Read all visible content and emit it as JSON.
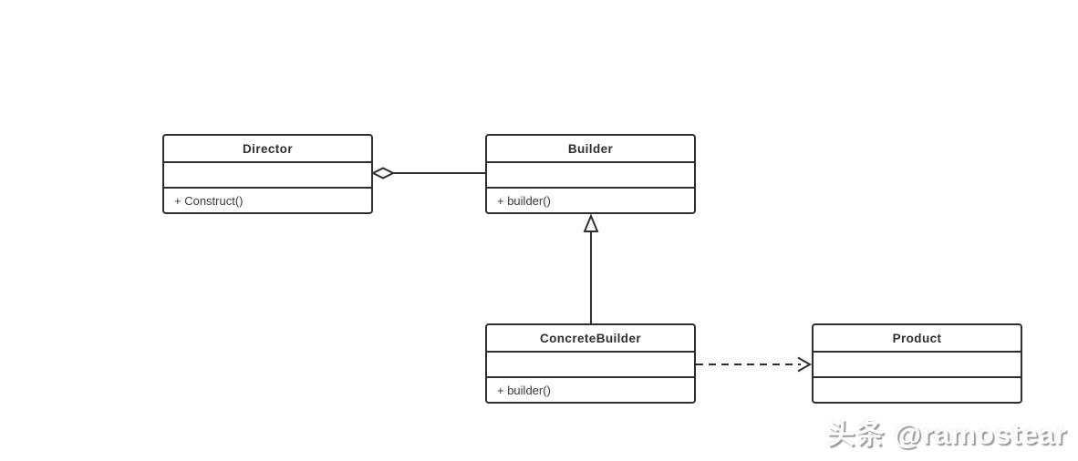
{
  "diagram": {
    "kind": "uml-class-diagram",
    "classes": [
      {
        "name": "Director",
        "attributes": "",
        "methods": "+ Construct()"
      },
      {
        "name": "Builder",
        "attributes": "",
        "methods": "+ builder()"
      },
      {
        "name": "ConcreteBuilder",
        "attributes": "",
        "methods": "+ builder()"
      },
      {
        "name": "Product",
        "attributes": "",
        "methods": ""
      }
    ],
    "relationships": [
      {
        "type": "aggregation",
        "from": "Builder",
        "to": "Director",
        "line": "solid",
        "marker": "hollow-diamond-at-director"
      },
      {
        "type": "generalization",
        "from": "ConcreteBuilder",
        "to": "Builder",
        "line": "solid",
        "marker": "hollow-triangle-at-builder"
      },
      {
        "type": "dependency",
        "from": "ConcreteBuilder",
        "to": "Product",
        "line": "dashed",
        "marker": "open-arrow-at-product"
      }
    ],
    "line_color": "#2e2e2e"
  },
  "watermark": {
    "text": "头条 @ramostear"
  }
}
